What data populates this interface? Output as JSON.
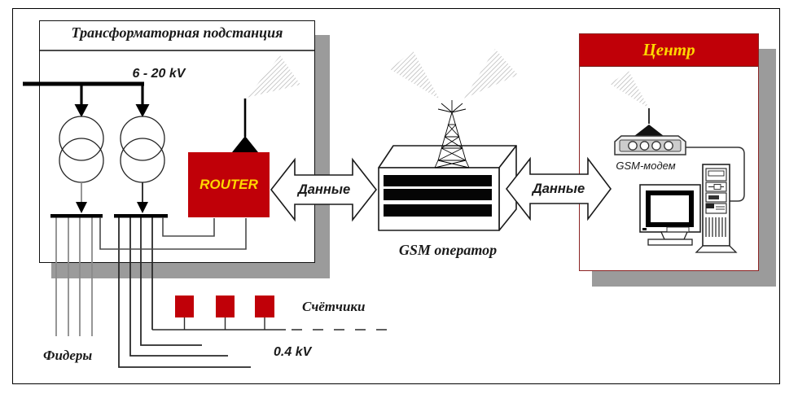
{
  "substation": {
    "title": "Трансформаторная подстанция",
    "hv_label": "6 - 20 kV",
    "router_label": "ROUTER",
    "feeders_label": "Фидеры"
  },
  "lv_network": {
    "meters_label": "Счётчики",
    "voltage_label": "0.4 kV"
  },
  "gsm_operator": {
    "label": "GSM оператор"
  },
  "center": {
    "title": "Центр",
    "modem_label": "GSM-модем"
  },
  "links": {
    "data_left_label": "Данные",
    "data_right_label": "Данные"
  },
  "colors": {
    "accent_red": "#c00008",
    "label_yellow": "#ffd700",
    "shadow_gray": "#9b9b9b",
    "ink": "#1a1a1a"
  }
}
